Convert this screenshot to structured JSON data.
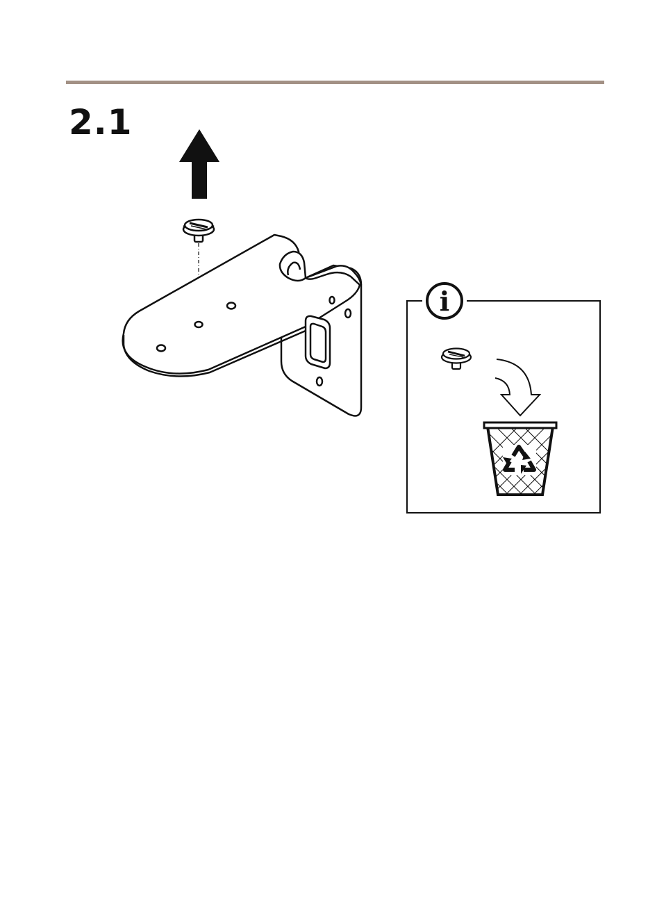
{
  "step": {
    "number": "2.1"
  },
  "info_box": {
    "icon_glyph": "i"
  },
  "colors": {
    "rule": "#a39185",
    "ink": "#111111"
  },
  "illustrations": {
    "bracket": "wall-mount-bracket",
    "screw": "slotted-screw",
    "arrow": "up-arrow-icon",
    "bin": "recycle-bin-icon"
  }
}
